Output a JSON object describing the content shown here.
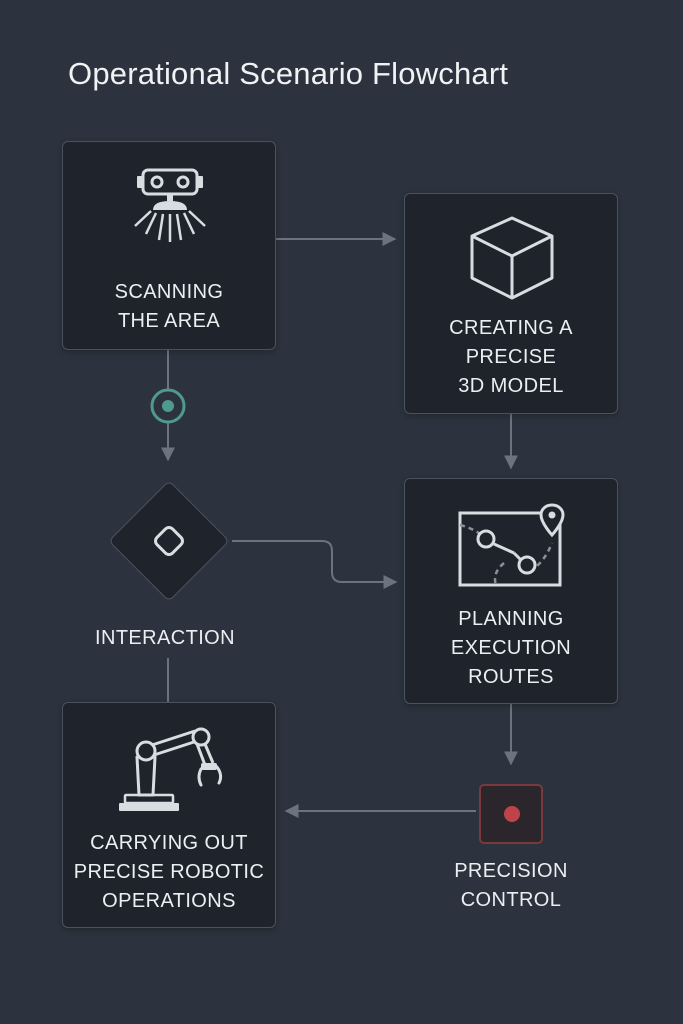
{
  "title": "Operational Scenario Flowchart",
  "nodes": {
    "scanning": {
      "line1": "SCANNING",
      "line2": "THE AREA",
      "icon": "scanner-robot-icon"
    },
    "model": {
      "line1": "CREATING A",
      "line2": "PRECISE",
      "line3": "3D MODEL",
      "icon": "cube-icon"
    },
    "interaction": {
      "label": "INTERACTION",
      "icon": "diamond-icon"
    },
    "planning": {
      "line1": "PLANNING",
      "line2": "EXECUTION",
      "line3": "ROUTES",
      "icon": "route-map-icon"
    },
    "operations": {
      "line1": "CARRYING OUT",
      "line2": "PRECISE ROBOTIC",
      "line3": "OPERATIONS",
      "icon": "robot-arm-icon"
    },
    "precision": {
      "line1": "PRECISION",
      "line2": "CONTROL",
      "icon": "record-dot-icon"
    }
  },
  "colors": {
    "background": "#2c333e",
    "card": "#1f242c",
    "connector": "#6b737e",
    "accent_teal": "#4f9a8e",
    "accent_red": "#c0434a"
  }
}
